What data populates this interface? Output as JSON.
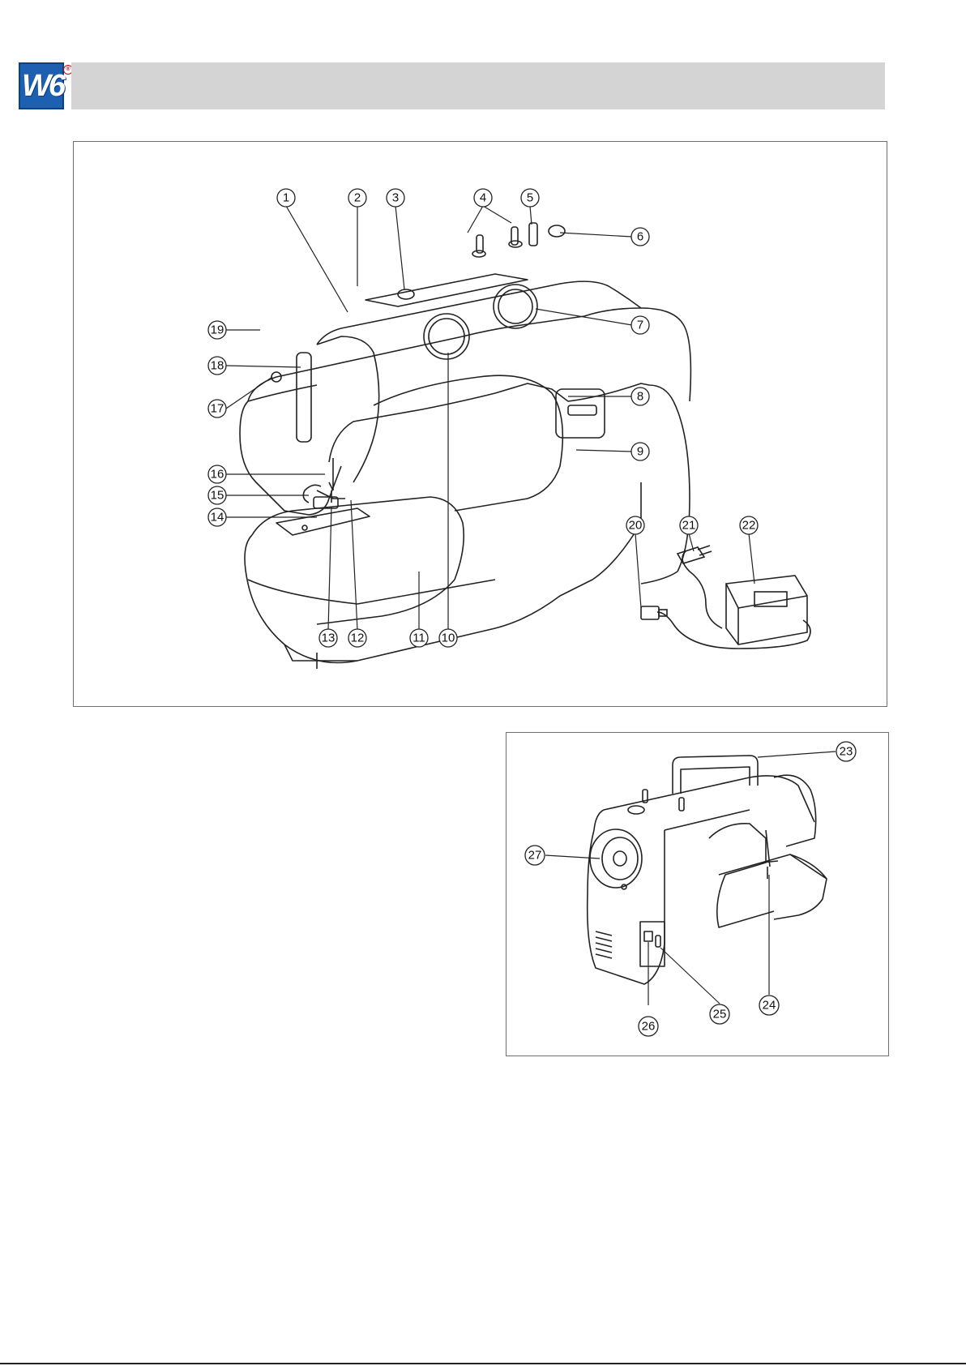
{
  "header": {
    "logo_text": "W6",
    "logo_registered": "®"
  },
  "front_view": {
    "callouts": [
      "1",
      "2",
      "3",
      "4",
      "5",
      "6",
      "7",
      "8",
      "9",
      "10",
      "11",
      "12",
      "13",
      "14",
      "15",
      "16",
      "17",
      "18",
      "19",
      "20",
      "21",
      "22"
    ]
  },
  "back_view": {
    "callouts": [
      "23",
      "24",
      "25",
      "26",
      "27"
    ]
  },
  "colors": {
    "logo_blue": "#1d5fb0",
    "header_gray": "#d4d4d4",
    "panel_border": "#6e6e6e"
  }
}
